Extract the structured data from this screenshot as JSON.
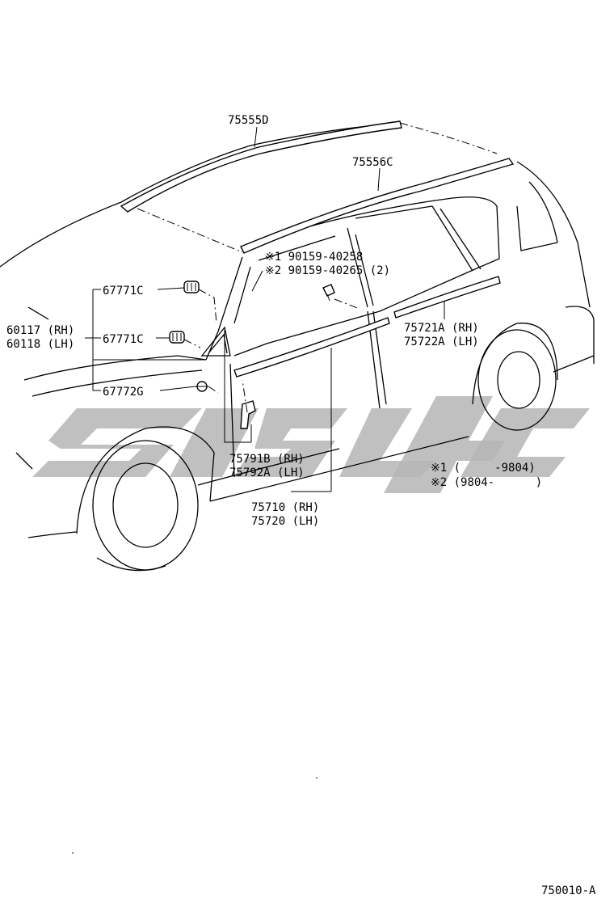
{
  "diagram": {
    "part_labels": {
      "roof_molding_left": "75555D",
      "roof_molding_right": "75556C",
      "screw_note1": "※1 90159-40258",
      "screw_note2": "※2 90159-40265 (2)",
      "clip1": "67771C",
      "clip2": "67771C",
      "clip3": "67772G",
      "pillar_rh": "60117 (RH)",
      "pillar_lh": "60118 (LH)",
      "rear_door_molding_rh": "75721A (RH)",
      "rear_door_molding_lh": "75722A (LH)",
      "bracket_rh": "75791B (RH)",
      "bracket_lh": "75792A (LH)",
      "front_door_molding_rh": "75710 (RH)",
      "front_door_molding_lh": "75720 (LH)"
    },
    "legend": {
      "note1": "※1 (     -9804)",
      "note2": "※2 (9804-      )"
    },
    "figure_code": "750010-A"
  }
}
